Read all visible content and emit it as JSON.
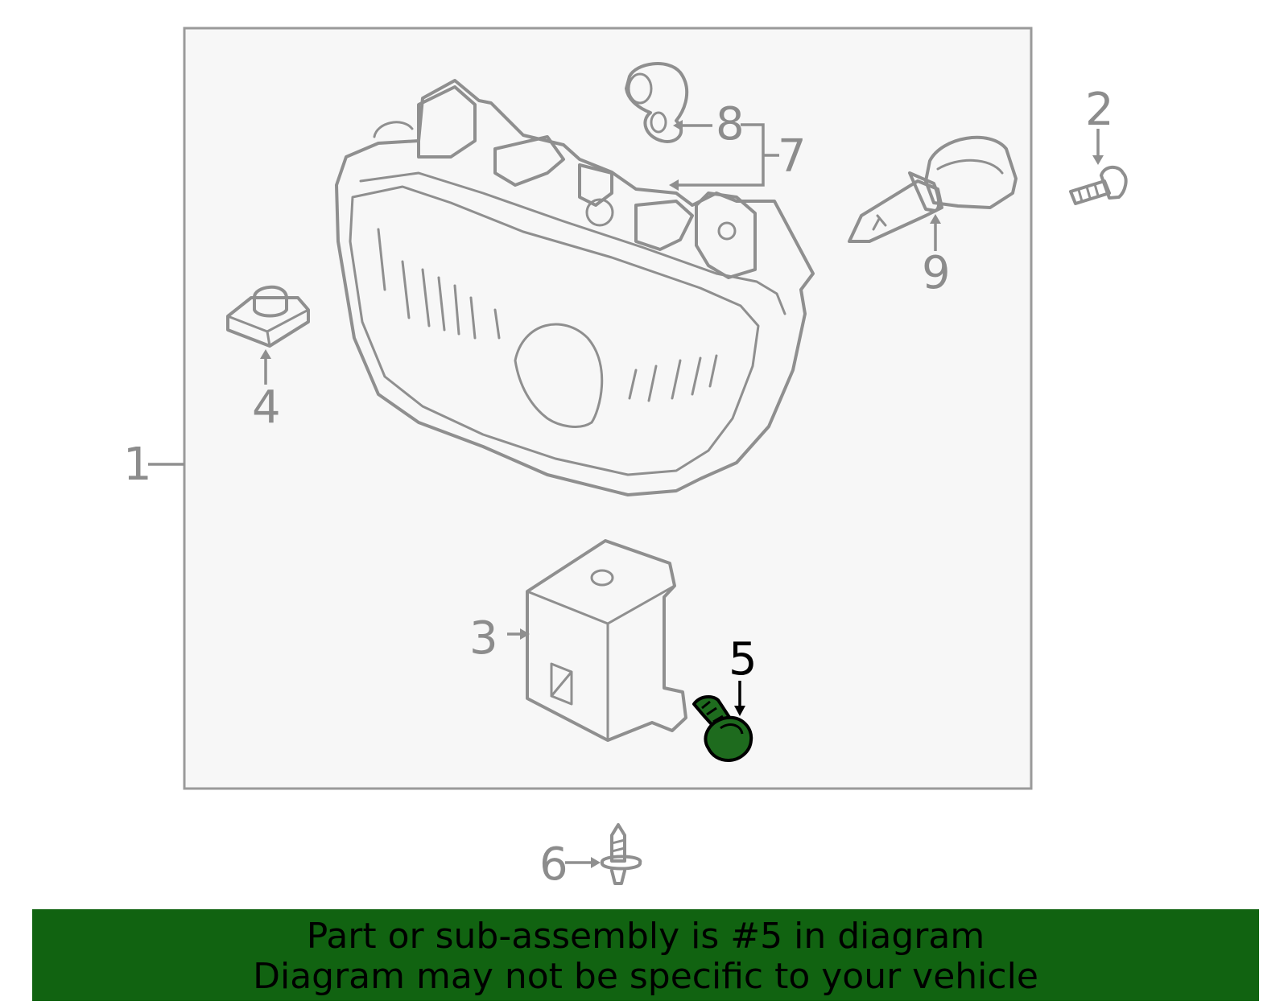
{
  "diagram": {
    "callouts": [
      "1",
      "2",
      "3",
      "4",
      "5",
      "6",
      "7",
      "8",
      "9"
    ],
    "highlighted_part": "5",
    "colors": {
      "frame_background": "#f7f7f7",
      "frame_border": "#9a9a9a",
      "line_art": "#8f8f8f",
      "highlight_fill": "#1e6b1e",
      "banner_background": "#116311"
    }
  },
  "banner": {
    "line1": "Part or sub-assembly is #5 in diagram",
    "line2": "Diagram may not be specific to your vehicle"
  }
}
